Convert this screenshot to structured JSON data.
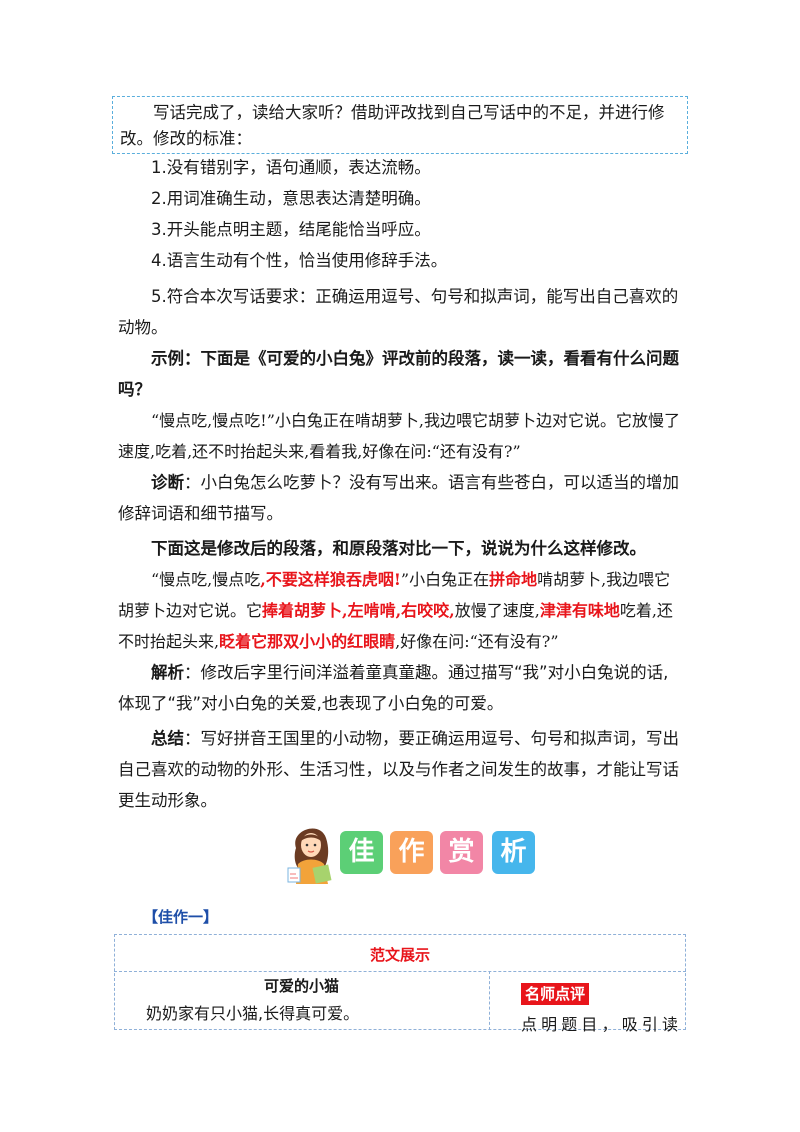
{
  "intro": "写话完成了，读给大家听？借助评改找到自己写话中的不足，并进行修改。修改的标准：",
  "standards": [
    "1.没有错别字，语句通顺，表达流畅。",
    "2.用词准确生动，意思表达清楚明确。",
    "3.开头能点明主题，结尾能恰当呼应。",
    "4.语言生动有个性，恰当使用修辞手法。",
    "5.符合本次写话要求：正确运用逗号、句号和拟声词，能写出自己喜欢的动物。"
  ],
  "example_heading": "示例：下面是《可爱的小白兔》评改前的段落，读一读，看看有什么问题吗？",
  "original_paragraph": "“慢点吃,慢点吃!”小白兔正在啃胡萝卜,我边喂它胡萝卜边对它说。它放慢了速度,吃着,还不时抬起头来,看着我,好像在问:“还有没有?”",
  "diagnosis": {
    "label": "诊断",
    "sep": "：",
    "text": "小白兔怎么吃萝卜？没有写出来。语言有些苍白，可以适当的增加修辞词语和细节描写。"
  },
  "revised_heading": "下面这是修改后的段落，和原段落对比一下，说说为什么这样修改。",
  "revised": {
    "s1": "“慢点吃,慢点吃",
    "r1": ",不要这样狼吞虎咽!",
    "s2": "”小白兔正在",
    "r2": "拼命地",
    "s3": "啃胡萝卜,我边喂它胡萝卜边对它说。它",
    "r3": "捧着胡萝卜,左啃啃,右咬咬,",
    "s4": "放慢了速度,",
    "r4": "津津有味地",
    "s5": "吃着,还不时抬起头来,",
    "r5": "眨着它那双小小的红眼睛",
    "s6": ",好像在问:“还有没有?”"
  },
  "analysis": {
    "label": "解析",
    "sep": "：",
    "text": "修改后字里行间洋溢着童真童趣。通过描写“我”对小白兔说的话,体现了“我”对小白兔的关爱,也表现了小白兔的可爱。"
  },
  "summary": {
    "label": "总结",
    "sep": "：",
    "text": "写好拼音王国里的小动物，要正确运用逗号、句号和拟声词，写出自己喜欢的动物的外形、生活习性，以及与作者之间发生的故事，才能让写话更生动形象。"
  },
  "banner": {
    "chars": [
      "佳",
      "作",
      "赏",
      "析"
    ],
    "colors": [
      "#5ccf76",
      "#f9a15a",
      "#f286a6",
      "#46b6ec"
    ]
  },
  "section_label": "【佳作一】",
  "table": {
    "header": "范文展示",
    "essay_title": "可爱的小猫",
    "essay_first_line": "奶奶家有只小猫,长得真可爱。",
    "comment_tag": "名师点评",
    "comment_text": "点明题目，吸引读"
  }
}
